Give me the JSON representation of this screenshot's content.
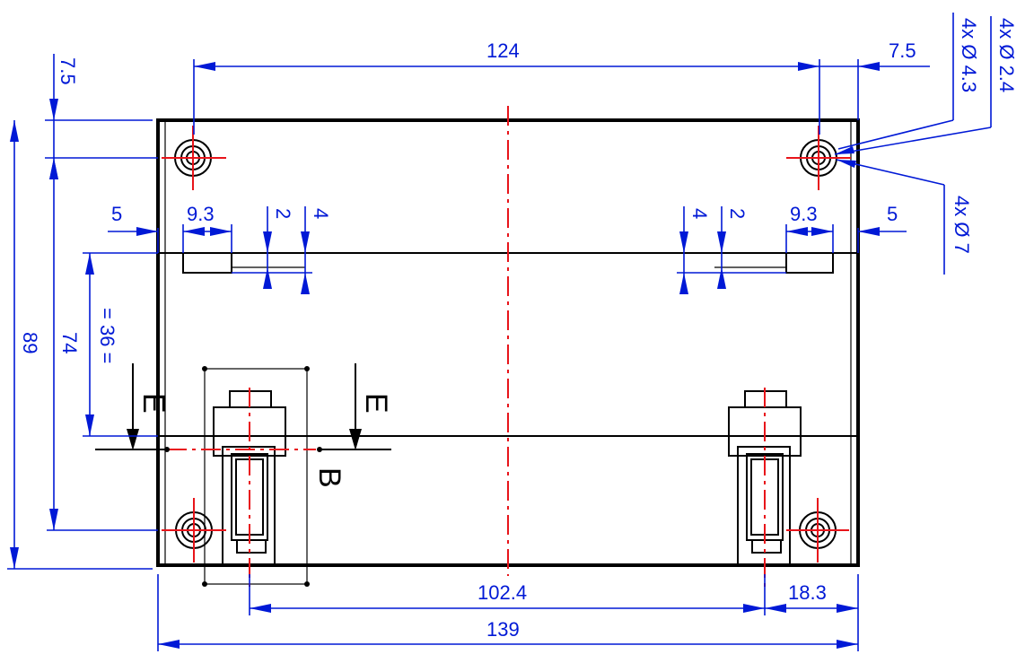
{
  "dimensions": {
    "top_span": "124",
    "top_right_offset": "7.5",
    "left_top_offset": "7.5",
    "hole_diam_small": "4x Ø 2.4",
    "hole_diam_mid": "4x Ø 4.3",
    "hole_diam_large": "4x Ø 7",
    "left_5": "5",
    "left_9_3": "9.3",
    "left_2": "2",
    "left_4": "4",
    "right_4": "4",
    "right_2": "2",
    "right_9_3": "9.3",
    "right_5": "5",
    "height_89": "89",
    "height_74": "74",
    "half_36": "= 36 =",
    "bottom_102_4": "102.4",
    "bottom_18_3": "18.3",
    "bottom_139": "139"
  },
  "section_labels": {
    "left_section": "E",
    "right_section": "E",
    "detail": "B"
  },
  "colors": {
    "dimension": "#0019d6",
    "centerline": "#e8141a",
    "outline": "#000000"
  }
}
